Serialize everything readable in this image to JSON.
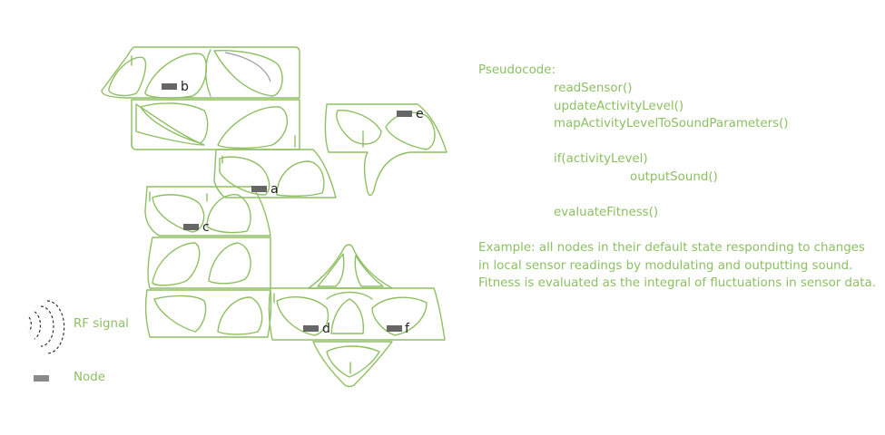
{
  "pseudocode": {
    "title": "Pseudocode:",
    "lines": [
      "readSensor()",
      "updateActivityLevel()",
      "mapActivityLevelToSoundParameters()",
      "",
      "if(activityLevel)",
      "outputSound()",
      "",
      "evaluateFitness()"
    ]
  },
  "example": {
    "lines": [
      "Example: all nodes in their default state responding to changes",
      "in local sensor readings by modulating and outputting sound.",
      "Fitness is evaluated as the integral of fluctuations in sensor data."
    ]
  },
  "legend": {
    "rf_label": "RF signal",
    "node_label": "Node"
  },
  "nodes": {
    "a": "a",
    "b": "b",
    "c": "c",
    "d": "d",
    "e": "e",
    "f": "f"
  },
  "colors": {
    "cell_stroke": "#8fbf63",
    "text": "#8cc063",
    "node": "#666666"
  }
}
